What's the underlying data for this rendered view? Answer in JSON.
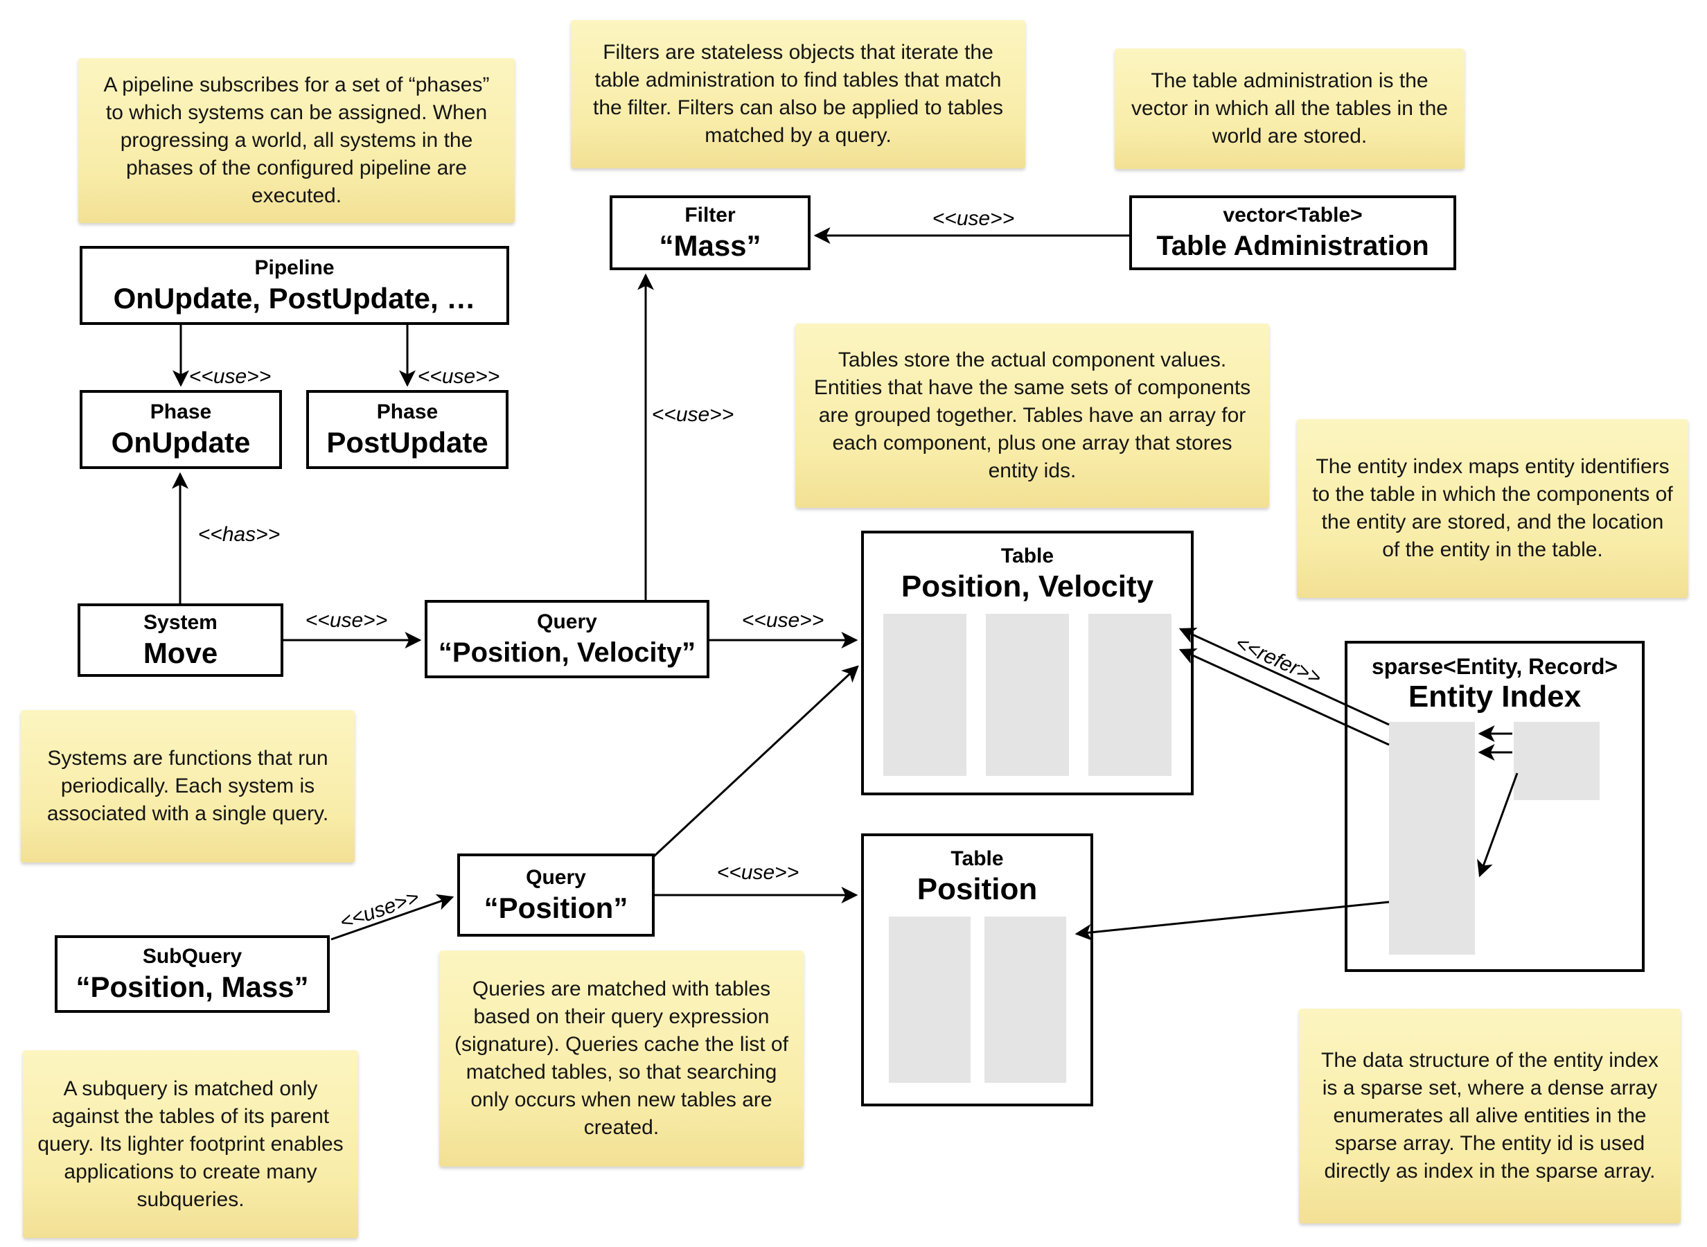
{
  "notes": {
    "pipeline": "A pipeline subscribes for a set of “phases” to which systems can be assigned. When progressing a world, all systems in the phases of the configured pipeline are executed.",
    "filters": "Filters are stateless objects that iterate the table administration to find tables that match the filter. Filters can also be applied to tables matched by a query.",
    "table_admin": "The table administration is the vector in which all the tables in the world are stored.",
    "tables": "Tables store the actual component values. Entities that have the same sets of components are grouped together. Tables have an array for each component, plus one array that stores entity ids.",
    "entity_index": "The entity index maps entity identifiers to the table in which the components of the entity are stored, and the location of the entity in the table.",
    "systems": "Systems are functions that run periodically. Each system is associated with a single query.",
    "queries": "Queries are matched with tables based on their query expression (signature). Queries cache the list of matched tables, so that searching only occurs when new tables are created.",
    "subquery": "A subquery is matched only against the tables of its parent query. Its lighter footprint enables applications to create many subqueries.",
    "sparse_set": "The data structure of the entity index is a sparse set, where a dense array enumerates all alive entities in the sparse array. The entity id is used directly as index in the sparse array."
  },
  "boxes": {
    "pipeline": {
      "stereotype": "Pipeline",
      "name": "OnUpdate, PostUpdate, …"
    },
    "phase_onupdate": {
      "stereotype": "Phase",
      "name": "OnUpdate"
    },
    "phase_postupdate": {
      "stereotype": "Phase",
      "name": "PostUpdate"
    },
    "system_move": {
      "stereotype": "System",
      "name": "Move"
    },
    "query_pos_vel": {
      "stereotype": "Query",
      "name": "“Position, Velocity”"
    },
    "filter_mass": {
      "stereotype": "Filter",
      "name": "“Mass”"
    },
    "table_admin": {
      "stereotype": "vector<Table>",
      "name": "Table Administration"
    },
    "table_pos_vel": {
      "stereotype": "Table",
      "name": "Position, Velocity"
    },
    "table_pos": {
      "stereotype": "Table",
      "name": "Position"
    },
    "entity_index": {
      "stereotype": "sparse<Entity, Record>",
      "name": "Entity Index"
    },
    "query_pos": {
      "stereotype": "Query",
      "name": "“Position”"
    },
    "subquery": {
      "stereotype": "SubQuery",
      "name": "“Position, Mass”"
    }
  },
  "edge_labels": {
    "use": "<<use>>",
    "has": "<<has>>",
    "refer": "<<refer>>"
  },
  "colors": {
    "note_top": "#fcf5c0",
    "note_bottom": "#f2e094",
    "array_gray": "#e4e4e4",
    "line": "#000000",
    "background": "#ffffff"
  }
}
